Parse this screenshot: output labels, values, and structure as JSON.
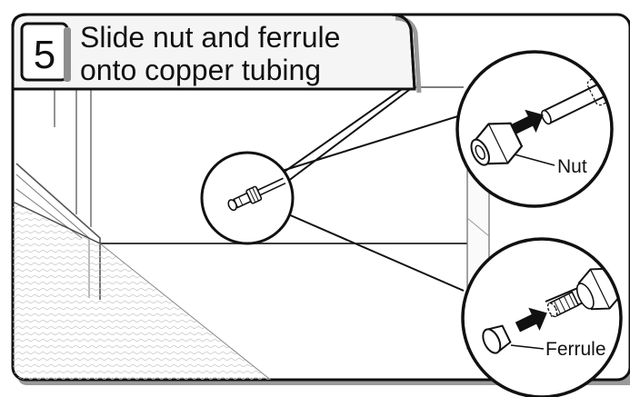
{
  "step": {
    "number": "5",
    "title_line1": "Slide nut and ferrule",
    "title_line2": "onto copper tubing"
  },
  "callouts": {
    "nut_label": "Nut",
    "ferrule_label": "Ferrule"
  },
  "colors": {
    "ink": "#111111",
    "header_bg": "#f6f6f6",
    "panel_bg": "#ffffff",
    "floor_stipple": "#bdbdbd",
    "shadow": "#8f8f8f"
  },
  "icons": {
    "step_badge": "step-number-badge",
    "arrow": "direction-arrow-icon"
  }
}
